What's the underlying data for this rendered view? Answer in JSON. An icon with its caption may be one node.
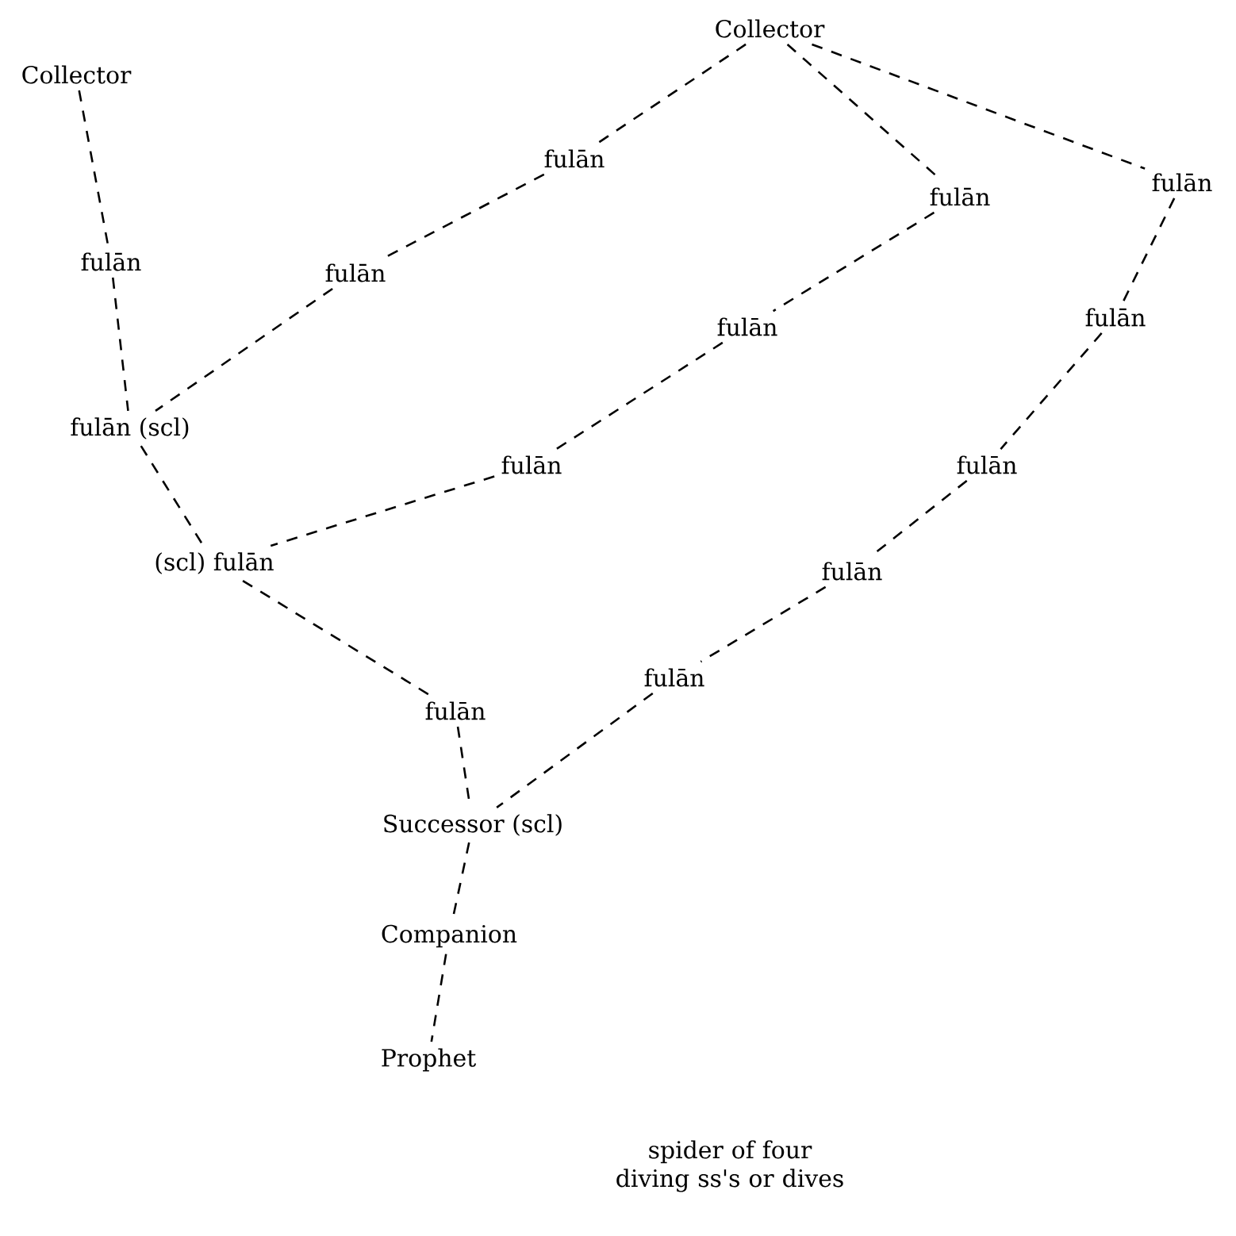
{
  "diagram": {
    "nodes": [
      {
        "text": [
          "Collector"
        ]
      },
      {
        "text": [
          "Collector"
        ]
      },
      {
        "text": [
          "fulān"
        ]
      },
      {
        "text": [
          "fulān"
        ]
      },
      {
        "text": [
          "fulān"
        ]
      },
      {
        "text": [
          "fulān"
        ]
      },
      {
        "text": [
          "fulān"
        ]
      },
      {
        "text": [
          "fulān"
        ]
      },
      {
        "text": [
          "fulān"
        ]
      },
      {
        "text": [
          "fulān (scl)"
        ]
      },
      {
        "text": [
          "fulān"
        ]
      },
      {
        "text": [
          "fulān"
        ]
      },
      {
        "text": [
          "(scl) fulān"
        ]
      },
      {
        "text": [
          "fulān"
        ]
      },
      {
        "text": [
          "fulān"
        ]
      },
      {
        "text": [
          "fulān"
        ]
      },
      {
        "text": [
          "Successor (scl)"
        ]
      },
      {
        "text": [
          "Companion"
        ]
      },
      {
        "text": [
          "Prophet"
        ]
      }
    ],
    "edges": [
      {
        "from": 0,
        "to": 2,
        "arrow": "none"
      },
      {
        "from": 2,
        "to": 6,
        "arrow": "none"
      },
      {
        "from": 6,
        "to": 9,
        "arrow": "none"
      },
      {
        "from": 1,
        "to": 5,
        "arrow": "none"
      },
      {
        "from": 5,
        "to": 9,
        "arrow": "none"
      },
      {
        "from": 0,
        "to": 3,
        "arrow": "none"
      },
      {
        "from": 3,
        "to": 7,
        "arrow": "none"
      },
      {
        "from": 7,
        "to": 10,
        "arrow": "none"
      },
      {
        "from": 10,
        "to": 12,
        "arrow": "none"
      },
      {
        "from": 0,
        "to": 4,
        "arrow": "none"
      },
      {
        "from": 4,
        "to": 8,
        "arrow": "none"
      },
      {
        "from": 8,
        "to": 11,
        "arrow": "none"
      },
      {
        "from": 11,
        "to": 13,
        "arrow": "none"
      },
      {
        "from": 13,
        "to": 14,
        "arrow": "none"
      },
      {
        "from": 14,
        "to": 16,
        "arrow": "none"
      },
      {
        "from": 9,
        "to": 12,
        "arrow": "none"
      },
      {
        "from": 12,
        "to": 15,
        "arrow": "none"
      },
      {
        "from": 15,
        "to": 16,
        "arrow": "none"
      },
      {
        "from": 16,
        "to": 17,
        "arrow": "none"
      },
      {
        "from": 17,
        "to": 18,
        "arrow": "none"
      }
    ],
    "labels": [
      "spider of four diving ss's or dives"
    ]
  }
}
